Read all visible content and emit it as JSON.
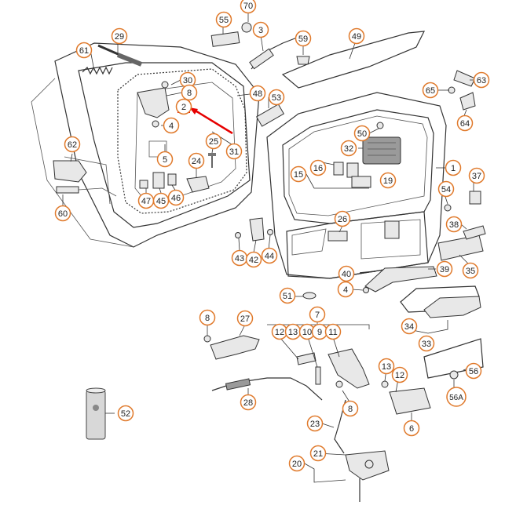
{
  "diagram": {
    "callouts": [
      {
        "id": "c70",
        "label": "70"
      },
      {
        "id": "c55",
        "label": "55"
      },
      {
        "id": "c3",
        "label": "3"
      },
      {
        "id": "c29",
        "label": "29"
      },
      {
        "id": "c59",
        "label": "59"
      },
      {
        "id": "c49",
        "label": "49"
      },
      {
        "id": "c61",
        "label": "61"
      },
      {
        "id": "c30",
        "label": "30"
      },
      {
        "id": "c8a",
        "label": "8"
      },
      {
        "id": "c48",
        "label": "48"
      },
      {
        "id": "c53",
        "label": "53"
      },
      {
        "id": "c65",
        "label": "65"
      },
      {
        "id": "c63",
        "label": "63"
      },
      {
        "id": "c2",
        "label": "2"
      },
      {
        "id": "c4a",
        "label": "4"
      },
      {
        "id": "c50",
        "label": "50"
      },
      {
        "id": "c64",
        "label": "64"
      },
      {
        "id": "c62",
        "label": "62"
      },
      {
        "id": "c5",
        "label": "5"
      },
      {
        "id": "c25",
        "label": "25"
      },
      {
        "id": "c31",
        "label": "31"
      },
      {
        "id": "c32",
        "label": "32"
      },
      {
        "id": "c1",
        "label": "1"
      },
      {
        "id": "c24",
        "label": "24"
      },
      {
        "id": "c16",
        "label": "16"
      },
      {
        "id": "c15",
        "label": "15"
      },
      {
        "id": "c19",
        "label": "19"
      },
      {
        "id": "c37",
        "label": "37"
      },
      {
        "id": "c54",
        "label": "54"
      },
      {
        "id": "c47",
        "label": "47"
      },
      {
        "id": "c45",
        "label": "45"
      },
      {
        "id": "c46",
        "label": "46"
      },
      {
        "id": "c60",
        "label": "60"
      },
      {
        "id": "c26",
        "label": "26"
      },
      {
        "id": "c38",
        "label": "38"
      },
      {
        "id": "c43",
        "label": "43"
      },
      {
        "id": "c42",
        "label": "42"
      },
      {
        "id": "c44",
        "label": "44"
      },
      {
        "id": "c35",
        "label": "35"
      },
      {
        "id": "c40",
        "label": "40"
      },
      {
        "id": "c39",
        "label": "39"
      },
      {
        "id": "c4b",
        "label": "4"
      },
      {
        "id": "c51",
        "label": "51"
      },
      {
        "id": "c8b",
        "label": "8"
      },
      {
        "id": "c27",
        "label": "27"
      },
      {
        "id": "c7",
        "label": "7"
      },
      {
        "id": "c12a",
        "label": "12"
      },
      {
        "id": "c13a",
        "label": "13"
      },
      {
        "id": "c10",
        "label": "10"
      },
      {
        "id": "c9",
        "label": "9"
      },
      {
        "id": "c11",
        "label": "11"
      },
      {
        "id": "c34",
        "label": "34"
      },
      {
        "id": "c33",
        "label": "33"
      },
      {
        "id": "c13b",
        "label": "13"
      },
      {
        "id": "c12b",
        "label": "12"
      },
      {
        "id": "c56",
        "label": "56"
      },
      {
        "id": "c8c",
        "label": "8"
      },
      {
        "id": "c28",
        "label": "28"
      },
      {
        "id": "c56a",
        "label": "56A"
      },
      {
        "id": "c52",
        "label": "52"
      },
      {
        "id": "c6",
        "label": "6"
      },
      {
        "id": "c23",
        "label": "23"
      },
      {
        "id": "c21",
        "label": "21"
      },
      {
        "id": "c20",
        "label": "20"
      }
    ],
    "highlight": {
      "label": "2",
      "color": "#e60000"
    }
  }
}
